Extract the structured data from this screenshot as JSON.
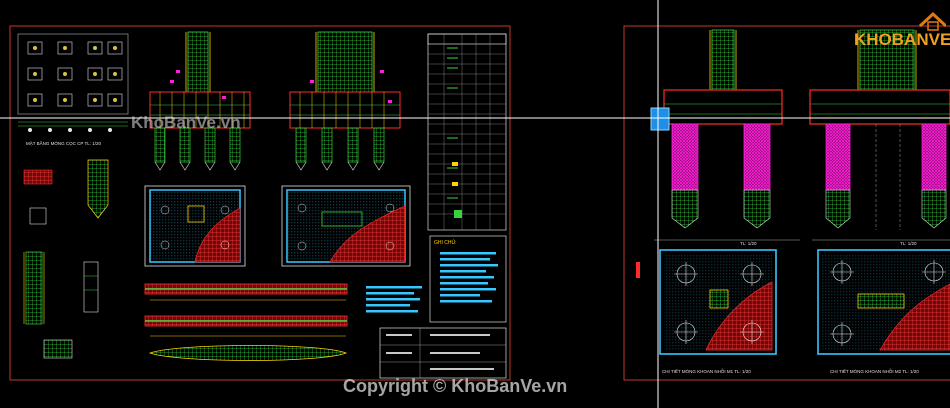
{
  "app": {
    "title": "CAD drawing viewport"
  },
  "sheet1": {
    "plan_caption": "MẶT BẰNG MÓNG CỌC CP  TL: 1/20",
    "notes_title": "GHI CHÚ:"
  },
  "sheet2": {
    "section_scale_left": "TL: 1/20",
    "section_scale_right": "TL: 1/20",
    "caption_left": "CHI TIẾT MÓNG KHOAN NHỒI M1  TL: 1/20",
    "caption_right": "CHI TIẾT MÓNG KHOAN NHỒI M2  TL: 1/20"
  },
  "watermarks": {
    "site_inline": "KhoBanVe.vn",
    "copyright": "Copyright © KhoBanVe.vn"
  },
  "logo": {
    "text": "KHOBANVE"
  },
  "colors": {
    "background": "#000000",
    "frame": "#c0392b",
    "rebar_red": "#ff2a2a",
    "rebar_green": "#37d33f",
    "rebar_yellow": "#ffd400",
    "rebar_magenta": "#ff1fd6",
    "accent_cyan": "#38c6ff",
    "crosshair": "#ffffff"
  }
}
